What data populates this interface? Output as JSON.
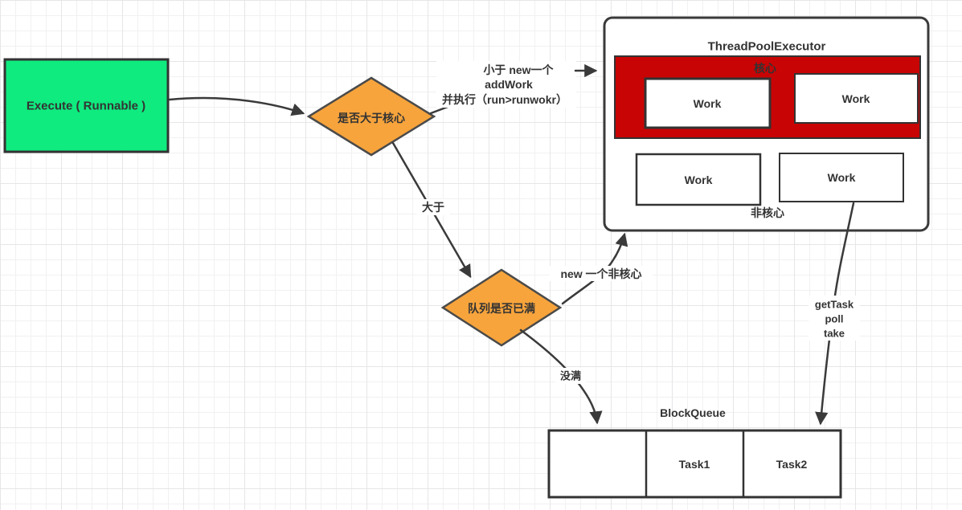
{
  "colors": {
    "execute_fill": "#0feb7f",
    "diamond_fill": "#f7a43c",
    "core_fill": "#c90404",
    "stroke_dark": "#3a3a3a",
    "box_fill": "#ffffff"
  },
  "nodes": {
    "execute": "Execute ( Runnable )",
    "decision_core": "是否大于核心",
    "decision_queue": "队列是否已满"
  },
  "threadpool": {
    "title": "ThreadPoolExecutor",
    "core_label": "核心",
    "noncore_label": "非核心",
    "core_workers": [
      "Work",
      "Work"
    ],
    "noncore_workers": [
      "Work",
      "Work"
    ]
  },
  "blockqueue": {
    "title": "BlockQueue",
    "cells": [
      "",
      "Task1",
      "Task2"
    ]
  },
  "edges": {
    "less_than": [
      "小于 new一个",
      "addWork",
      "并执行（run>runwokr）"
    ],
    "greater_than": "大于",
    "new_noncore": "new 一个非核心",
    "not_full": "没满",
    "gettask": [
      "getTask",
      "poll",
      "take"
    ]
  }
}
